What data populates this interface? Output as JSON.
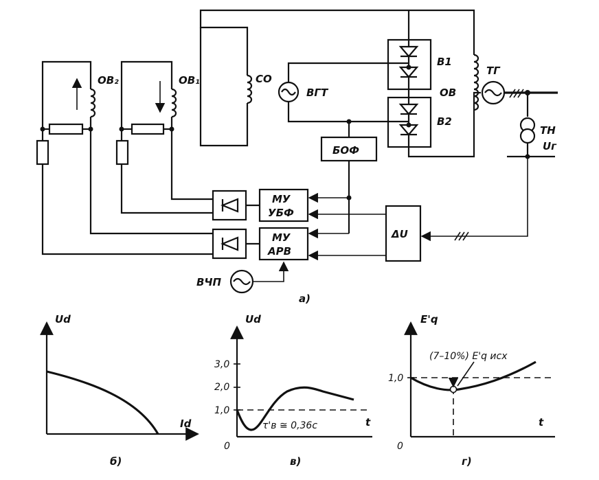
{
  "scheme": {
    "windings": {
      "ov2": "ОВ₂",
      "ov1": "ОВ₁",
      "co": "СО",
      "ov": "ОВ"
    },
    "sources": {
      "vgt": "ВГТ",
      "tg": "ТГ",
      "vchp": "ВЧП"
    },
    "valves": {
      "v1": "В1",
      "v2": "В2"
    },
    "blocks": {
      "bof": "БОФ",
      "mu_ubf_line1": "МУ",
      "mu_ubf_line2": "УБФ",
      "mu_arv_line1": "МУ",
      "mu_arv_line2": "АРВ",
      "du": "ΔU"
    },
    "transformer": {
      "tn": "ТН",
      "ug": "Uг"
    },
    "caption": "а)"
  },
  "charts": [
    {
      "caption": "б)",
      "ylabel": "Ud",
      "xlabel": "Id"
    },
    {
      "caption": "в)",
      "ylabel": "Ud",
      "xlabel": "t",
      "yticks": [
        "3,0",
        "2,0",
        "1,0"
      ],
      "origin": "0",
      "annotation": "τ'в ≅ 0,36с"
    },
    {
      "caption": "г)",
      "ylabel": "E'q",
      "xlabel": "t",
      "yticks": [
        "1,0"
      ],
      "origin": "0",
      "annotation": "(7–10%) E'q исх"
    }
  ]
}
